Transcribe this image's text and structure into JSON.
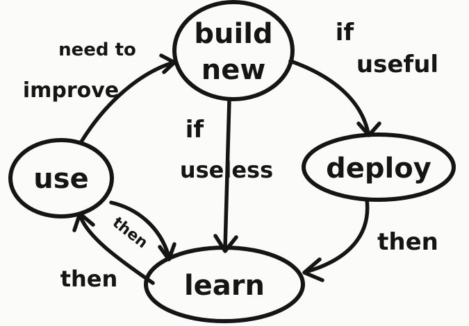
{
  "nodes": {
    "build_new": {
      "line1": "build",
      "line2": "new"
    },
    "deploy": {
      "label": "deploy"
    },
    "learn": {
      "label": "learn"
    },
    "use": {
      "label": "use"
    }
  },
  "edges": {
    "use_to_build": {
      "line1": "need to",
      "line2": "improve"
    },
    "build_to_deploy": {
      "line1": "if",
      "line2": "useful"
    },
    "build_to_learn": {
      "line1": "if",
      "line2": "useless"
    },
    "deploy_to_learn": {
      "label": "then"
    },
    "learn_to_use_outer": {
      "label": "then"
    },
    "learn_to_use_inner": {
      "label": "then"
    }
  },
  "colors": {
    "ink": "#151515",
    "paper": "#fbfbfa"
  }
}
